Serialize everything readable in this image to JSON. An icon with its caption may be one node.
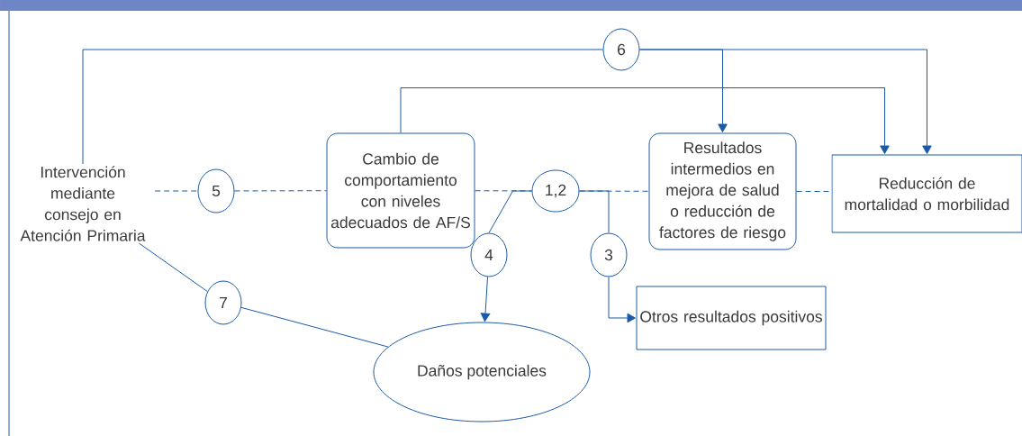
{
  "diagram": {
    "nodes": [
      {
        "text": [
          "Intervención mediante consejo en Atención Primaria"
        ]
      },
      {
        "text": [
          "Cambio de comportamiento con niveles adecuados de AF/S"
        ]
      },
      {
        "text": [
          "Resultados intermedios en mejora de salud o reducción de factores de riesgo"
        ]
      },
      {
        "text": [
          "Reducción de mortalidad o morbilidad"
        ]
      },
      {
        "text": [
          "Otros resultados positivos"
        ]
      },
      {
        "text": [
          "Daños potenciales"
        ]
      },
      {
        "text": [
          "6"
        ]
      },
      {
        "text": [
          "5"
        ]
      },
      {
        "text": [
          "1,2"
        ]
      },
      {
        "text": [
          "4"
        ]
      },
      {
        "text": [
          "3"
        ]
      },
      {
        "text": [
          "7"
        ]
      }
    ],
    "edges": [
      {
        "from": 0,
        "to": 6,
        "arrow": "none"
      },
      {
        "from": 6,
        "to": 2,
        "arrow": "to"
      },
      {
        "from": 6,
        "to": 3,
        "arrow": "to"
      },
      {
        "from": 1,
        "to": 3,
        "arrow": "to"
      },
      {
        "from": 0,
        "to": 7,
        "arrow": "none",
        "style": "dashed"
      },
      {
        "from": 7,
        "to": 1,
        "arrow": "none",
        "style": "dashed"
      },
      {
        "from": 1,
        "to": 8,
        "arrow": "none",
        "style": "dashed"
      },
      {
        "from": 8,
        "to": 2,
        "arrow": "none",
        "style": "dashed"
      },
      {
        "from": 2,
        "to": 3,
        "arrow": "none",
        "style": "dashed"
      },
      {
        "from": 8,
        "to": 9,
        "arrow": "none"
      },
      {
        "from": 9,
        "to": 5,
        "arrow": "to"
      },
      {
        "from": 8,
        "to": 10,
        "arrow": "none"
      },
      {
        "from": 10,
        "to": 4,
        "arrow": "to"
      },
      {
        "from": 0,
        "to": 11,
        "arrow": "none"
      },
      {
        "from": 11,
        "to": 5,
        "arrow": "none"
      }
    ]
  }
}
